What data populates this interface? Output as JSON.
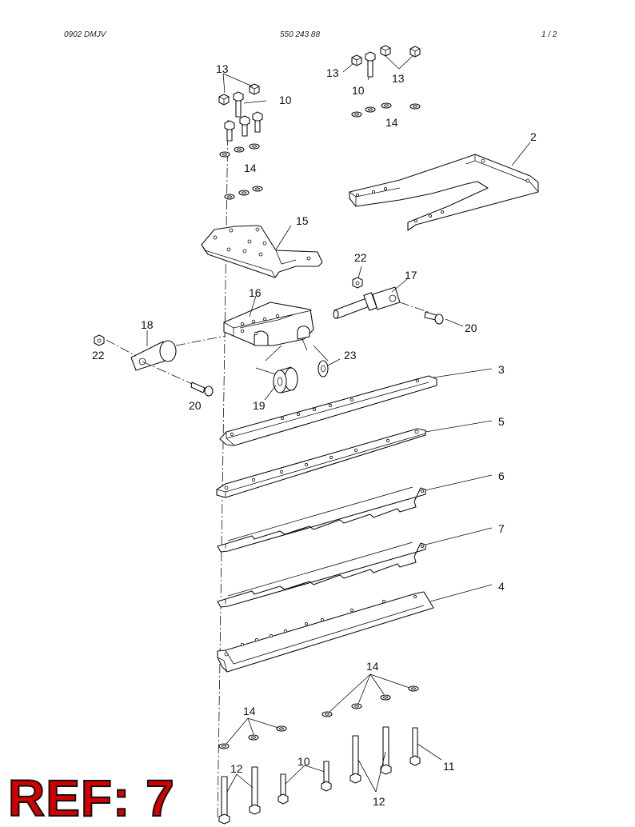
{
  "header": {
    "left": "0902 DMJV",
    "center": "550 243 88",
    "right": "1 /   2"
  },
  "ref_label": "REF: 7",
  "callouts": {
    "c13a": "13",
    "c10a": "10",
    "c14a": "14",
    "c13b": "13",
    "c10b": "10",
    "c13c": "13",
    "c14b": "14",
    "c2": "2",
    "c15": "15",
    "c22a": "22",
    "c17": "17",
    "c20a": "20",
    "c16": "16",
    "c18": "18",
    "c22b": "22",
    "c23": "23",
    "c19": "19",
    "c20b": "20",
    "c3": "3",
    "c5": "5",
    "c6": "6",
    "c7": "7",
    "c4": "4",
    "c14c": "14",
    "c14d": "14",
    "c12a": "12",
    "c10c": "10",
    "c11": "11",
    "c12b": "12"
  }
}
